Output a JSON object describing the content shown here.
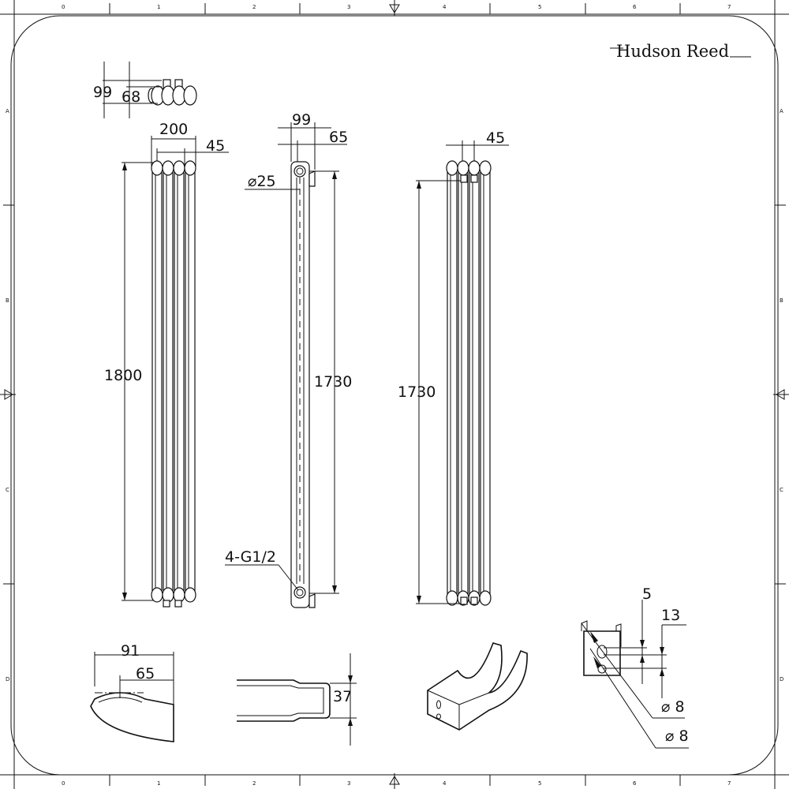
{
  "brand": {
    "name": "Hudson Reed"
  },
  "ruler": {
    "columns": [
      "0",
      "1",
      "2",
      "3",
      "4",
      "5",
      "6",
      "7"
    ],
    "rows": [
      "A",
      "B",
      "C",
      "D"
    ]
  },
  "dimensions": {
    "top_view_depth": "99",
    "top_view_inner": "68",
    "front_width": "200",
    "front_pitch": "45",
    "front_height": "1800",
    "side_depth": "99",
    "side_wall": "65",
    "side_pipe_dia": "⌀25",
    "side_centres": "1730",
    "side_connections": "4-G1/2",
    "rear_pitch": "45",
    "rear_centres": "1730",
    "bracket_width": "91",
    "bracket_wall": "65",
    "bracket_height": "37",
    "plate_5": "5",
    "plate_13": "13",
    "plate_hole_1": "⌀ 8",
    "plate_hole_2": "⌀ 8"
  }
}
